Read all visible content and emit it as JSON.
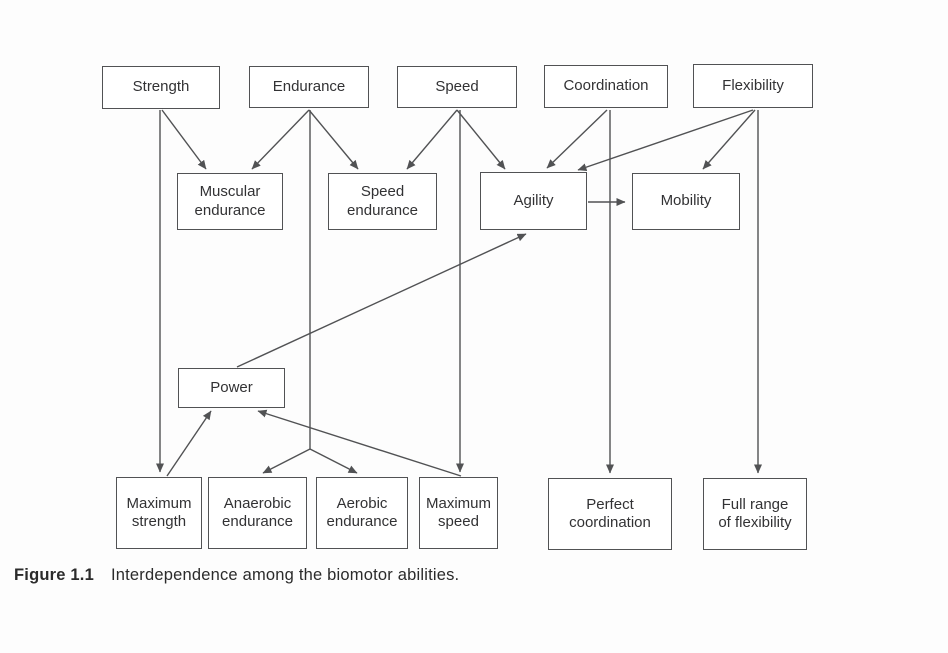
{
  "figure": {
    "caption_label": "Figure 1.1",
    "caption_text": "Interdependence among the biomotor abilities."
  },
  "colors": {
    "background": "#fdfdfd",
    "box_fill": "#ffffff",
    "line_and_border": "#515254",
    "text": "#323234"
  },
  "nodes": {
    "strength": {
      "label": "Strength"
    },
    "endurance": {
      "label": "Endurance"
    },
    "speed": {
      "label": "Speed"
    },
    "coordination": {
      "label": "Coordination"
    },
    "flexibility": {
      "label": "Flexibility"
    },
    "muscular_endurance": {
      "label": "Muscular\nendurance"
    },
    "speed_endurance": {
      "label": "Speed\nendurance"
    },
    "agility": {
      "label": "Agility"
    },
    "mobility": {
      "label": "Mobility"
    },
    "power": {
      "label": "Power"
    },
    "maximum_strength": {
      "label": "Maximum\nstrength"
    },
    "anaerobic_endurance": {
      "label": "Anaerobic\nendurance"
    },
    "aerobic_endurance": {
      "label": "Aerobic\nendurance"
    },
    "maximum_speed": {
      "label": "Maximum\nspeed"
    },
    "perfect_coordination": {
      "label": "Perfect\ncoordination"
    },
    "full_range_flexibility": {
      "label": "Full range\nof flexibility"
    }
  },
  "edges": [
    {
      "from": "Strength",
      "to": "Muscular endurance"
    },
    {
      "from": "Strength",
      "to": "Maximum strength"
    },
    {
      "from": "Endurance",
      "to": "Muscular endurance"
    },
    {
      "from": "Endurance",
      "to": "Speed endurance"
    },
    {
      "from": "Endurance",
      "to": "Anaerobic endurance"
    },
    {
      "from": "Endurance",
      "to": "Aerobic endurance"
    },
    {
      "from": "Speed",
      "to": "Speed endurance"
    },
    {
      "from": "Speed",
      "to": "Agility"
    },
    {
      "from": "Speed",
      "to": "Maximum speed"
    },
    {
      "from": "Coordination",
      "to": "Agility"
    },
    {
      "from": "Coordination",
      "to": "Perfect coordination"
    },
    {
      "from": "Flexibility",
      "to": "Agility"
    },
    {
      "from": "Flexibility",
      "to": "Mobility"
    },
    {
      "from": "Flexibility",
      "to": "Full range of flexibility"
    },
    {
      "from": "Agility",
      "to": "Mobility"
    },
    {
      "from": "Power",
      "to": "Agility"
    },
    {
      "from": "Maximum strength",
      "to": "Power"
    },
    {
      "from": "Maximum speed",
      "to": "Power"
    }
  ]
}
